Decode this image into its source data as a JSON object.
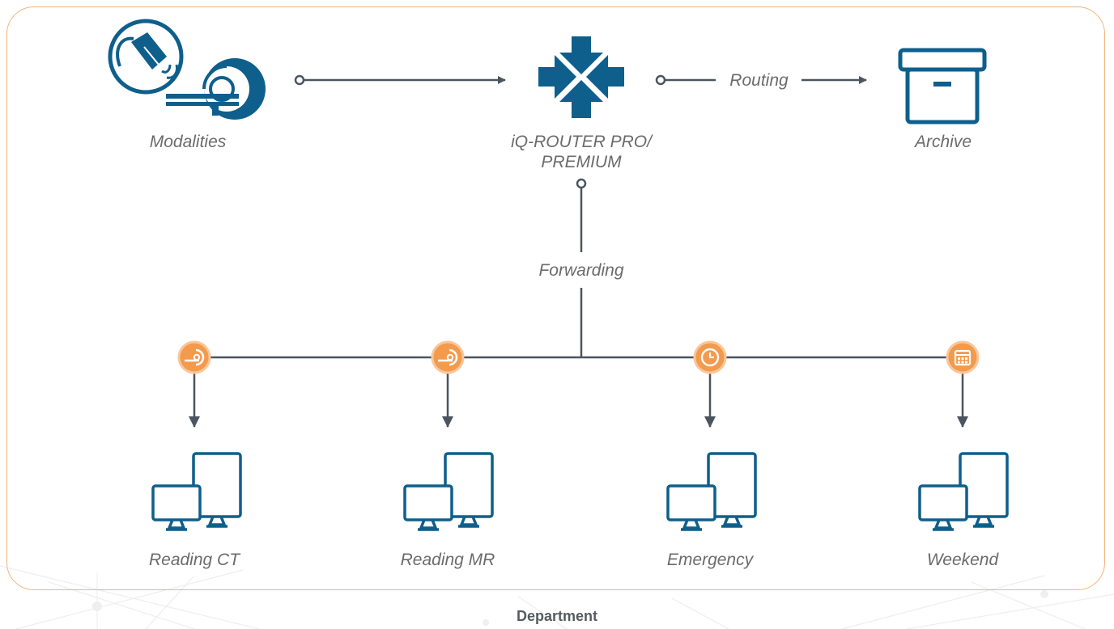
{
  "colors": {
    "primary_blue": "#0e5f8c",
    "accent_orange": "#f39a4d",
    "line_gray": "#4b555f",
    "label_gray": "#6b6b6b",
    "frame_orange": "#f2b47c"
  },
  "nodes": {
    "modalities": {
      "label": "Modalities",
      "icon": "modalities-icon"
    },
    "router": {
      "label": "iQ-ROUTER PRO/ PREMIUM",
      "icon": "router-arrows-icon"
    },
    "archive": {
      "label": "Archive",
      "icon": "archive-box-icon"
    }
  },
  "edges": {
    "routing_label": "Routing",
    "forwarding_label": "Forwarding"
  },
  "destinations": [
    {
      "label": "Reading CT",
      "badge_icon": "ct-scanner-icon",
      "icon": "workstation-icon"
    },
    {
      "label": "Reading MR",
      "badge_icon": "mr-scanner-icon",
      "icon": "workstation-icon"
    },
    {
      "label": "Emergency",
      "badge_icon": "clock-icon",
      "icon": "workstation-icon"
    },
    {
      "label": "Weekend",
      "badge_icon": "calendar-icon",
      "icon": "workstation-icon"
    }
  ],
  "footer": {
    "label": "Department"
  }
}
